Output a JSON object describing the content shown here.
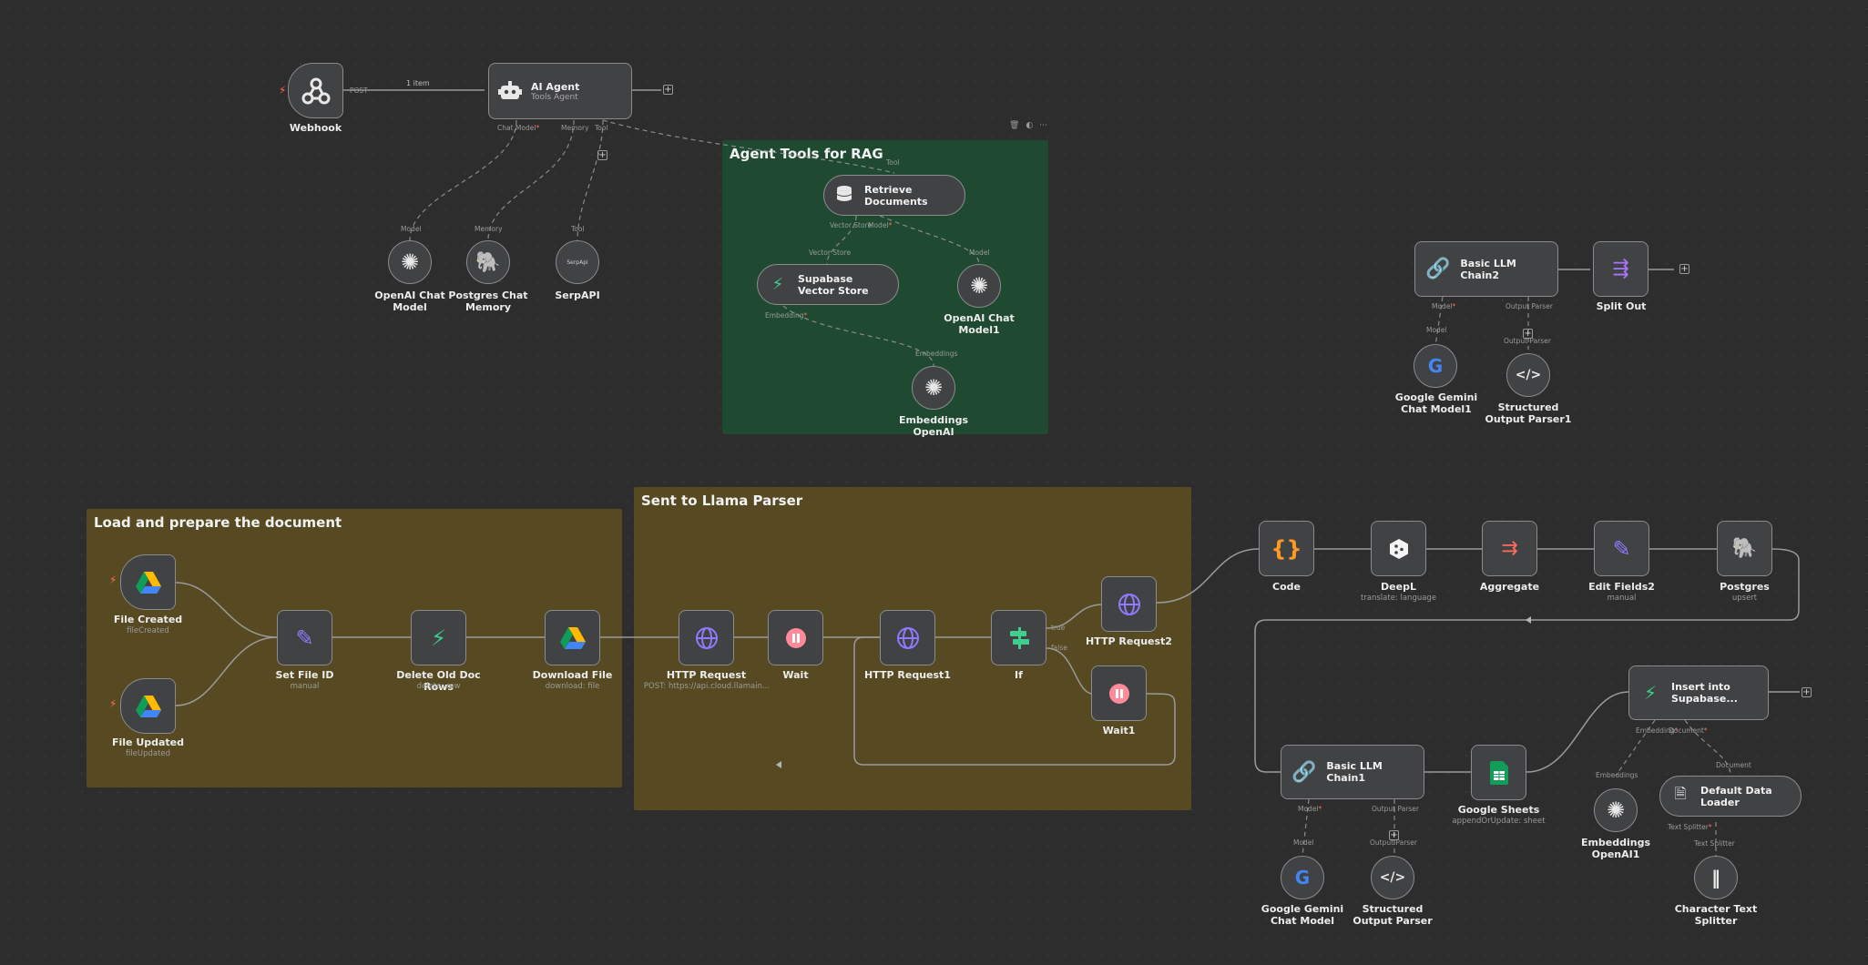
{
  "stickies": {
    "rag": "Agent Tools for RAG",
    "load": "Load and prepare the document",
    "llama": "Sent to Llama Parser"
  },
  "nodes": {
    "webhook": {
      "label": "Webhook",
      "port": "POST"
    },
    "ai_agent": {
      "label": "AI Agent",
      "sub": "Tools Agent"
    },
    "openai_chat_model": {
      "label": "OpenAI Chat Model"
    },
    "postgres_chat_memory": {
      "label": "Postgres Chat Memory"
    },
    "serpapi": {
      "label": "SerpAPI",
      "icon_text": "SerpApi"
    },
    "retrieve_documents": {
      "label": "Retrieve Documents"
    },
    "supabase_vector_store": {
      "label": "Supabase Vector Store"
    },
    "openai_chat_model1": {
      "label": "OpenAI Chat Model1"
    },
    "embeddings_openai": {
      "label": "Embeddings OpenAI"
    },
    "basic_llm_chain2": {
      "label": "Basic LLM Chain2"
    },
    "split_out": {
      "label": "Split Out"
    },
    "gemini_chat_model1": {
      "label": "Google Gemini Chat Model1"
    },
    "structured_parser1": {
      "label": "Structured Output Parser1"
    },
    "file_created": {
      "label": "File Created",
      "sub": "fileCreated"
    },
    "file_updated": {
      "label": "File Updated",
      "sub": "fileUpdated"
    },
    "set_file_id": {
      "label": "Set File ID",
      "sub": "manual"
    },
    "delete_old_doc_rows": {
      "label": "Delete Old Doc Rows",
      "sub": "delete: row"
    },
    "download_file": {
      "label": "Download File",
      "sub": "download: file"
    },
    "http_request": {
      "label": "HTTP Request",
      "sub": "POST: https://api.cloud.llamain..."
    },
    "wait": {
      "label": "Wait"
    },
    "http_request1": {
      "label": "HTTP Request1"
    },
    "if_node": {
      "label": "If",
      "true_lbl": "true",
      "false_lbl": "false"
    },
    "http_request2": {
      "label": "HTTP Request2"
    },
    "wait1": {
      "label": "Wait1"
    },
    "code": {
      "label": "Code"
    },
    "deepl": {
      "label": "DeepL",
      "sub": "translate: language"
    },
    "aggregate": {
      "label": "Aggregate"
    },
    "edit_fields2": {
      "label": "Edit Fields2",
      "sub": "manual"
    },
    "postgres": {
      "label": "Postgres",
      "sub": "upsert"
    },
    "basic_llm_chain1": {
      "label": "Basic LLM Chain1"
    },
    "google_sheets": {
      "label": "Google Sheets",
      "sub": "appendOrUpdate: sheet"
    },
    "insert_supabase": {
      "label": "Insert into Supabase..."
    },
    "gemini_chat_model": {
      "label": "Google Gemini Chat Model"
    },
    "structured_parser": {
      "label": "Structured Output Parser"
    },
    "embeddings_openai1": {
      "label": "Embeddings OpenAI1"
    },
    "default_data_loader": {
      "label": "Default Data Loader"
    },
    "char_text_splitter": {
      "label": "Character Text Splitter"
    }
  },
  "ports": {
    "chat_model": "Chat Model",
    "memory": "Memory",
    "tool": "Tool",
    "model": "Model",
    "vector_store": "Vector Store",
    "embedding": "Embedding",
    "embeddings": "Embeddings",
    "output_parser": "Output Parser",
    "document": "Document",
    "text_splitter": "Text Splitter",
    "required": "*"
  },
  "edges": {
    "webhook_to_agent": "1 item"
  },
  "toolbar": {
    "delete": "🗑",
    "color": "◐",
    "more": "⋯"
  },
  "colors": {
    "canvas_bg": "#2d2d2d",
    "sticky_green": "#1f4a31",
    "sticky_yellow": "#574a22",
    "node_bg": "#414244",
    "node_border": "#8a8a8f",
    "wire": "#9a9a9a",
    "trigger_bolt": "#ff6d5a"
  }
}
